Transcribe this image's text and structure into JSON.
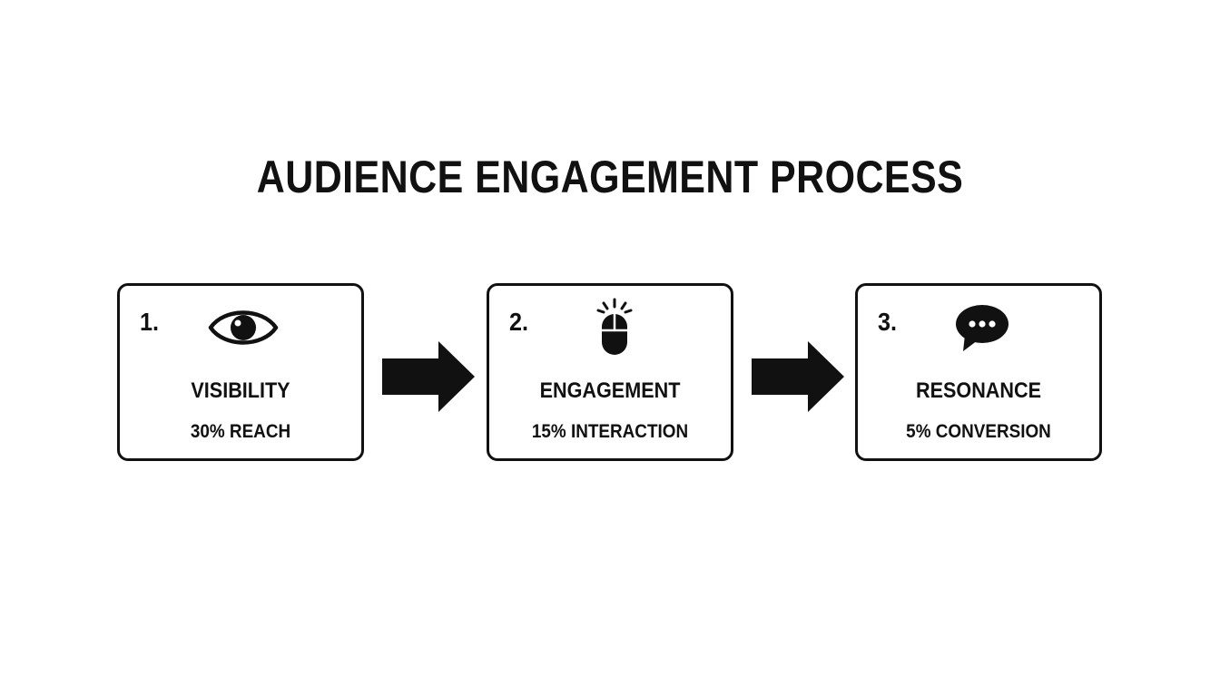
{
  "title": "AUDIENCE ENGAGEMENT PROCESS",
  "steps": [
    {
      "number": "1.",
      "icon": "eye-icon",
      "title": "VISIBILITY",
      "metric": "30% REACH"
    },
    {
      "number": "2.",
      "icon": "mouse-click-icon",
      "title": "ENGAGEMENT",
      "metric": "15% INTERACTION"
    },
    {
      "number": "3.",
      "icon": "speech-bubble-icon",
      "title": "RESONANCE",
      "metric": "5% CONVERSION"
    }
  ],
  "connectors": [
    "arrow-right-icon",
    "arrow-right-icon"
  ],
  "colors": {
    "ink": "#111111",
    "background": "#ffffff"
  }
}
